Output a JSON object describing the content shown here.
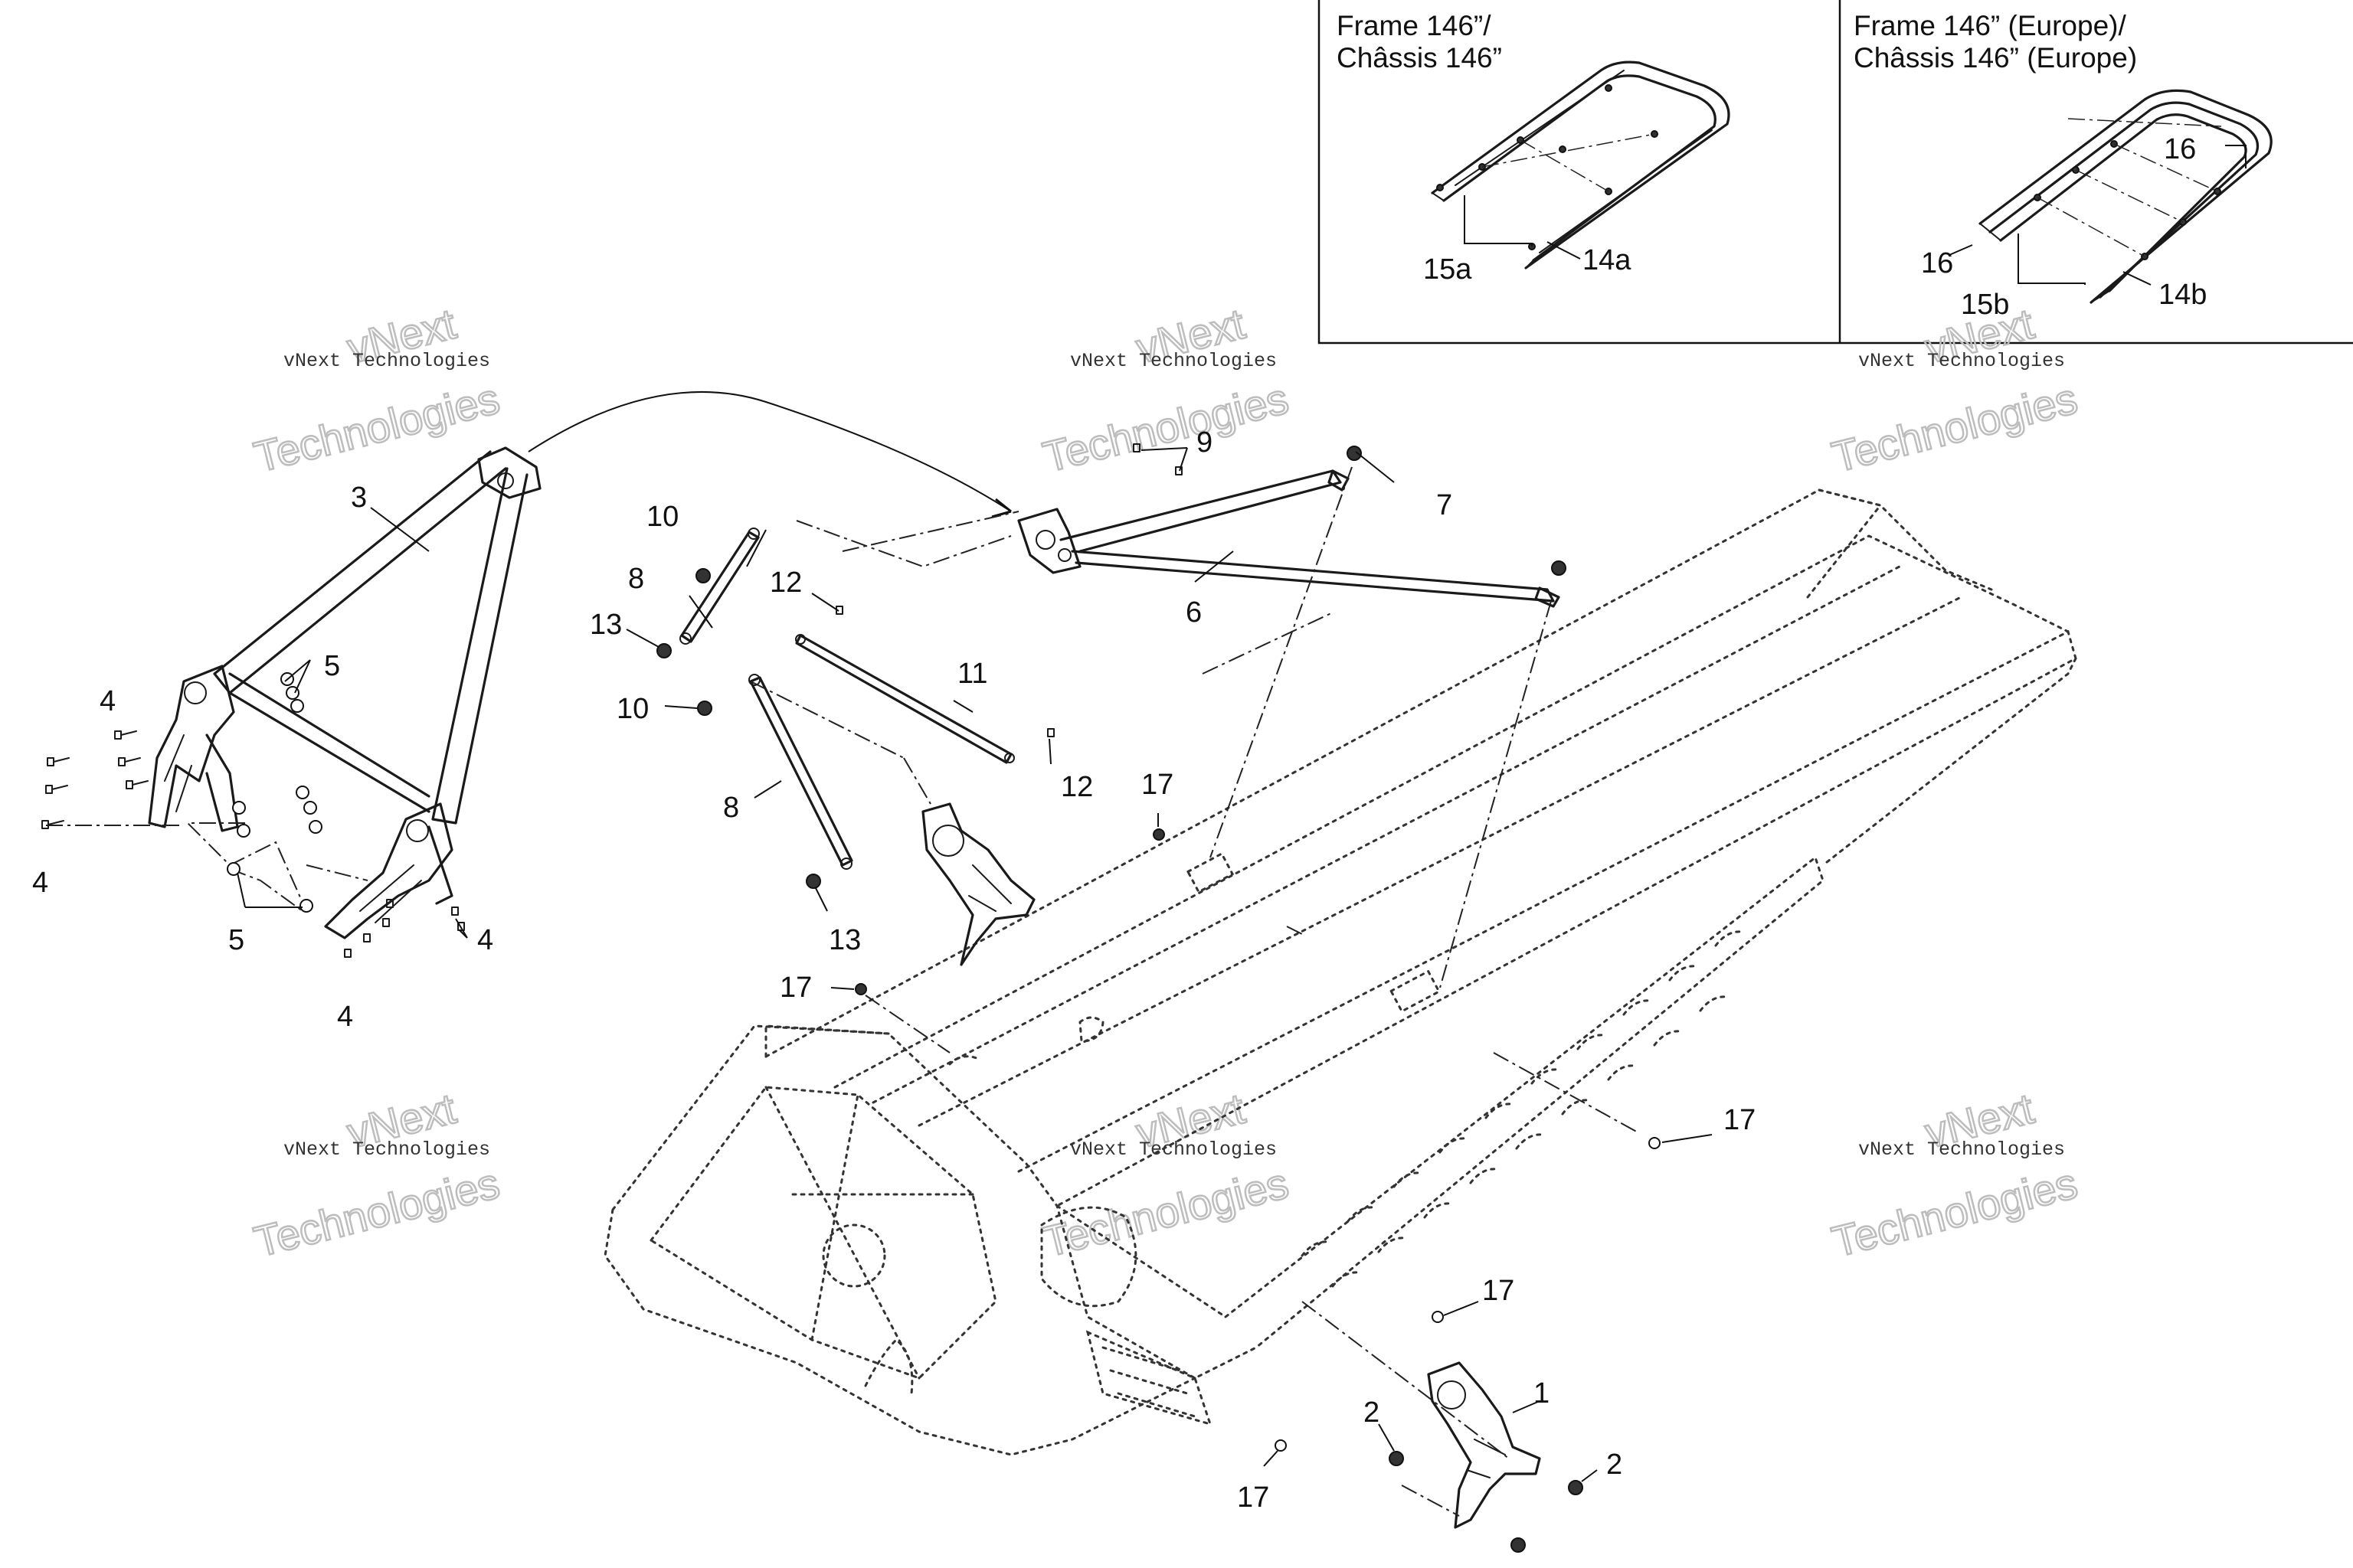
{
  "diagram": {
    "callouts": [
      {
        "id": "c1",
        "text": "1"
      },
      {
        "id": "c2a",
        "text": "2"
      },
      {
        "id": "c2b",
        "text": "2"
      },
      {
        "id": "c3",
        "text": "3"
      },
      {
        "id": "c4a",
        "text": "4"
      },
      {
        "id": "c4b",
        "text": "4"
      },
      {
        "id": "c4c",
        "text": "4"
      },
      {
        "id": "c4d",
        "text": "4"
      },
      {
        "id": "c5a",
        "text": "5"
      },
      {
        "id": "c5b",
        "text": "5"
      },
      {
        "id": "c6",
        "text": "6"
      },
      {
        "id": "c7",
        "text": "7"
      },
      {
        "id": "c8a",
        "text": "8"
      },
      {
        "id": "c8b",
        "text": "8"
      },
      {
        "id": "c9",
        "text": "9"
      },
      {
        "id": "c10a",
        "text": "10"
      },
      {
        "id": "c10b",
        "text": "10"
      },
      {
        "id": "c11",
        "text": "11"
      },
      {
        "id": "c12a",
        "text": "12"
      },
      {
        "id": "c12b",
        "text": "12"
      },
      {
        "id": "c13a",
        "text": "13"
      },
      {
        "id": "c13b",
        "text": "13"
      },
      {
        "id": "c17a",
        "text": "17"
      },
      {
        "id": "c17b",
        "text": "17"
      },
      {
        "id": "c17c",
        "text": "17"
      },
      {
        "id": "c17d",
        "text": "17"
      },
      {
        "id": "c17e",
        "text": "17"
      }
    ],
    "inset_left": {
      "title_line1": "Frame 146”/",
      "title_line2": "Châssis 146”",
      "callouts": [
        {
          "id": "c15a",
          "text": "15a"
        },
        {
          "id": "c14a",
          "text": "14a"
        }
      ]
    },
    "inset_right": {
      "title_line1": "Frame 146” (Europe)/",
      "title_line2": "Châssis 146” (Europe)",
      "callouts": [
        {
          "id": "c16a",
          "text": "16"
        },
        {
          "id": "c16b",
          "text": "16"
        },
        {
          "id": "c15b",
          "text": "15b"
        },
        {
          "id": "c14b",
          "text": "14b"
        }
      ]
    },
    "watermark": {
      "small": "vNext Technologies",
      "big_line1": "vNext",
      "big_line2": "Technologies"
    }
  }
}
